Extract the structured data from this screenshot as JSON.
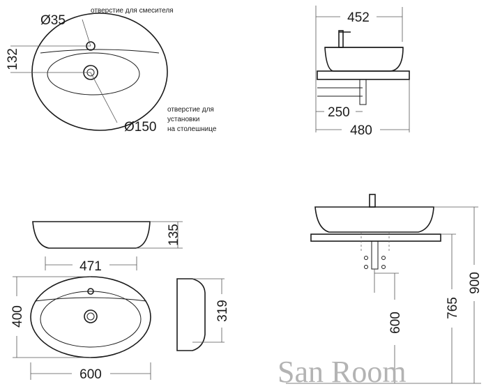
{
  "dimensions": {
    "mixer_hole": "Ø35",
    "mixer_hole_note": "отверстие для смесителя",
    "hole_offset": "132",
    "mount_hole": "Ø150",
    "mount_hole_note_line1": "отверстие для",
    "mount_hole_note_line2": "установки",
    "mount_hole_note_line3": "на столешнице",
    "side_depth": "452",
    "side_offset": "250",
    "side_total": "480",
    "front_height": "135",
    "front_width": "471",
    "top_depth": "400",
    "top_width": "600",
    "profile_depth": "319",
    "drain_height": "600",
    "counter_height": "765",
    "total_height": "900"
  },
  "watermark": "San Room"
}
